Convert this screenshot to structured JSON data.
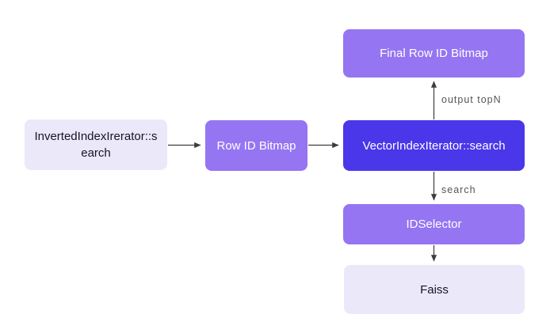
{
  "diagram": {
    "nodes": {
      "inverted_index": {
        "label": "InvertedIndexIrerator::search"
      },
      "row_id_bitmap": {
        "label": "Row ID Bitmap"
      },
      "vector_index": {
        "label": "VectorIndexIterator::search"
      },
      "final_row_id_bitmap": {
        "label": "Final Row ID Bitmap"
      },
      "id_selector": {
        "label": "IDSelector"
      },
      "faiss": {
        "label": "Faiss"
      }
    },
    "edge_labels": {
      "output_topn": "output topN",
      "search": "search"
    },
    "colors": {
      "background": "#ffffff",
      "light_node_bg": "#ebe8fa",
      "purple_node_bg": "#9575f2",
      "indigo_node_bg": "#4a37e9",
      "light_node_text": "#161622",
      "purple_node_text": "#ffffff",
      "edge_label_text": "#555555",
      "arrow_stroke": "#3c3c3c"
    }
  }
}
